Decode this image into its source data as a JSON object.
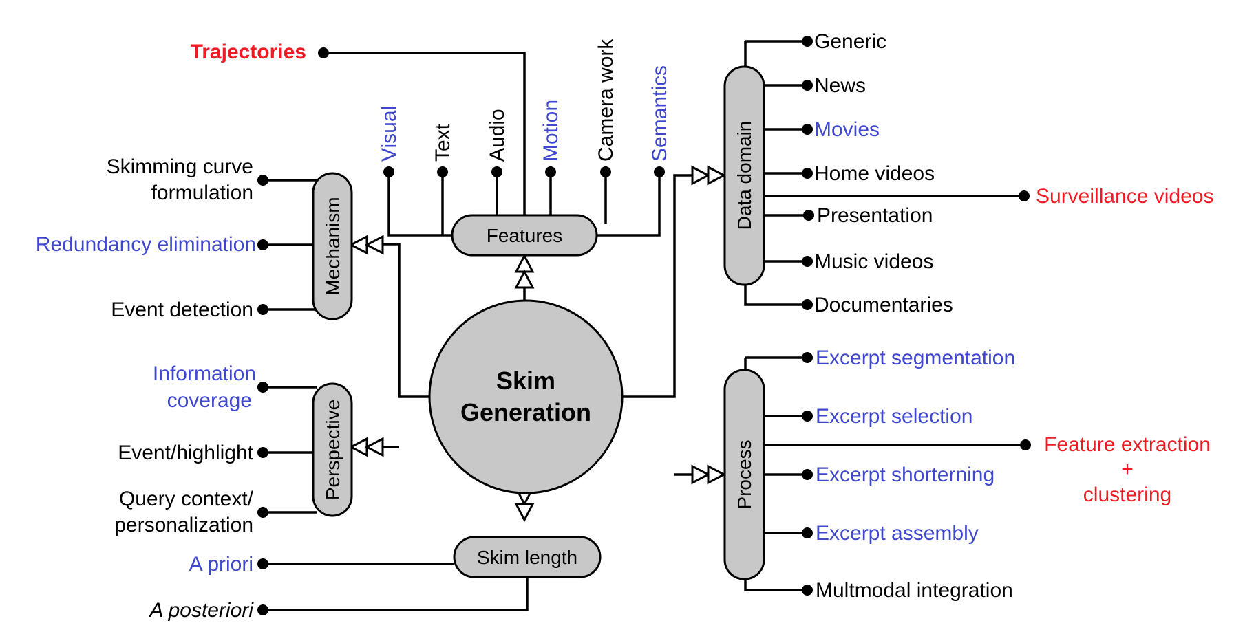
{
  "colors": {
    "black": "#000000",
    "blue": "#3f48cc",
    "red": "#ed1c24",
    "box_fill": "#c8c8c8"
  },
  "center": {
    "line1": "Skim",
    "line2": "Generation"
  },
  "features": {
    "box_label": "Features",
    "trajectories": "Trajectories",
    "items": [
      "Visual",
      "Text",
      "Audio",
      "Motion",
      "Camera work",
      "Semantics"
    ]
  },
  "mechanism": {
    "box_label": "Mechanism",
    "skimming_curve_line1": "Skimming curve",
    "skimming_curve_line2": "formulation",
    "redundancy": "Redundancy elimination",
    "event_detection": "Event detection"
  },
  "perspective": {
    "box_label": "Perspective",
    "info_line1": "Information",
    "info_line2": "coverage",
    "event_highlight": "Event/highlight",
    "query_line1": "Query context/",
    "query_line2": "personalization"
  },
  "skim_length": {
    "box_label": "Skim length",
    "a_priori": "A priori",
    "a_posteriori": "A posteriori"
  },
  "data_domain": {
    "box_label": "Data domain",
    "generic": "Generic",
    "news": "News",
    "movies": "Movies",
    "home_videos": "Home videos",
    "surveillance": "Surveillance videos",
    "presentation": "Presentation",
    "music_videos": "Music videos",
    "documentaries": "Documentaries"
  },
  "process": {
    "box_label": "Process",
    "segmentation": "Excerpt segmentation",
    "selection": "Excerpt selection",
    "feature_line1": "Feature extraction",
    "feature_line2": "+",
    "feature_line3": "clustering",
    "shortening": "Excerpt shorterning",
    "assembly": "Excerpt assembly",
    "multimodal": "Multmodal integration"
  }
}
